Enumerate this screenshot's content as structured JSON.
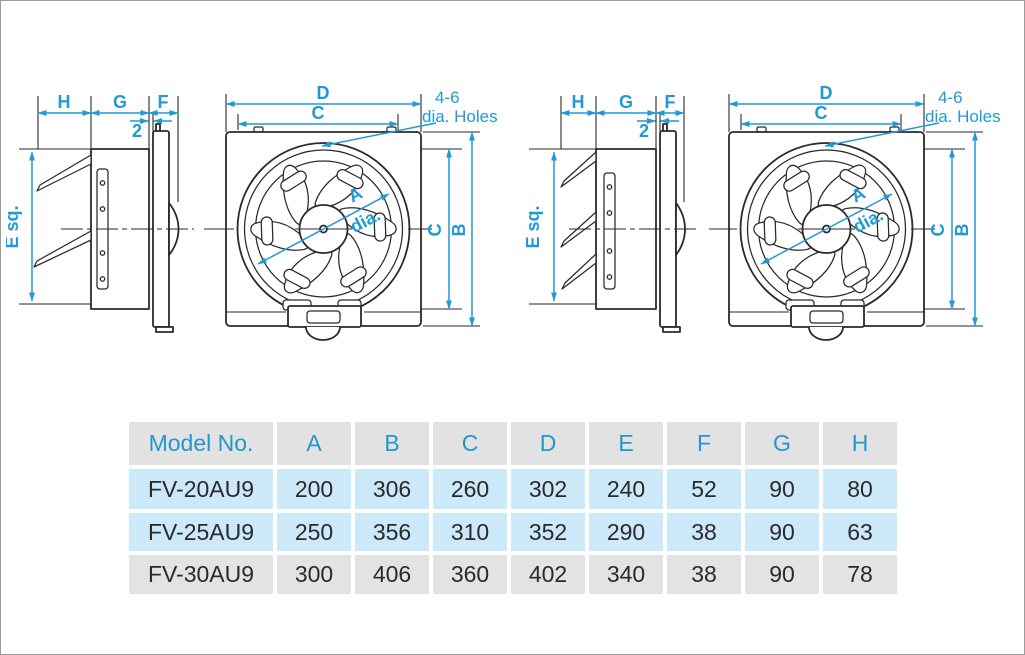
{
  "colors": {
    "accent_blue": "#1f9ad5",
    "line_dark": "#2b2a29",
    "table_header_bg": "#e2e2e2",
    "table_header_text": "#2596cd",
    "table_row_highlight_bg": "#cbe9f9",
    "table_row_plain_bg": "#e3e3e3"
  },
  "diagram": {
    "labels": {
      "h": "H",
      "g": "G",
      "f": "F",
      "gap": "2",
      "e_sq": "E sq.",
      "d": "D",
      "c": "C",
      "b": "B",
      "a": "A",
      "dia": "dia.",
      "holes_1": "4-6",
      "holes_2": "dia. Holes"
    }
  },
  "table": {
    "columns": [
      "Model No.",
      "A",
      "B",
      "C",
      "D",
      "E",
      "F",
      "G",
      "H"
    ],
    "rows": [
      {
        "model": "FV-20AU9",
        "values": [
          "200",
          "306",
          "260",
          "302",
          "240",
          "52",
          "90",
          "80"
        ]
      },
      {
        "model": "FV-25AU9",
        "values": [
          "250",
          "356",
          "310",
          "352",
          "290",
          "38",
          "90",
          "63"
        ]
      },
      {
        "model": "FV-30AU9",
        "values": [
          "300",
          "406",
          "360",
          "402",
          "340",
          "38",
          "90",
          "78"
        ]
      }
    ]
  }
}
